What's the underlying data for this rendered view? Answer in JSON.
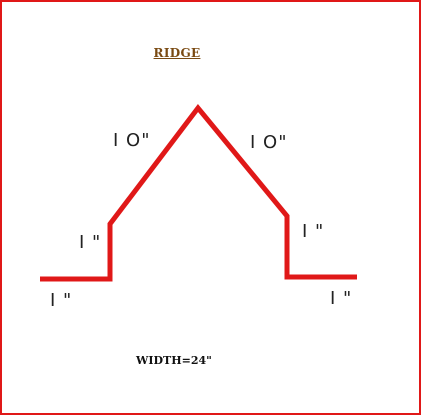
{
  "title": "RIDGE",
  "width_label": "WIDTH=24\"",
  "dimensions": {
    "left_slope": "I O\"",
    "right_slope": "I O\"",
    "left_riser": "I \"",
    "right_riser": "I \"",
    "left_flange": "I \"",
    "right_flange": "I \""
  },
  "colors": {
    "profile_line": "#e01818",
    "border": "#e01818"
  }
}
